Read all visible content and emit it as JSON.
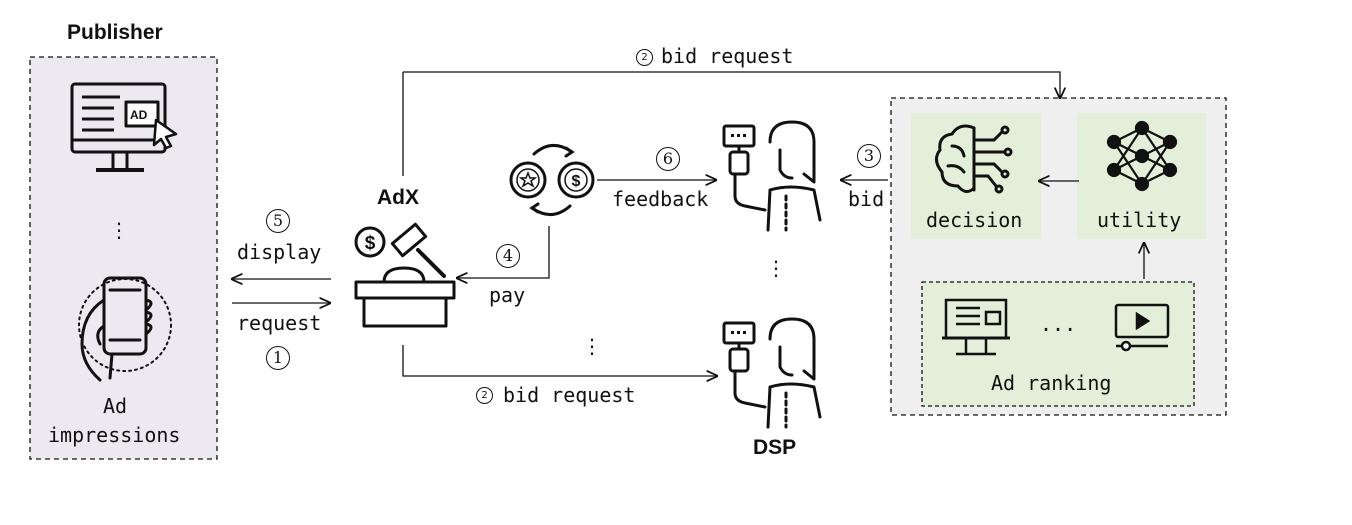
{
  "publisher": {
    "title": "Publisher",
    "items_label_line1": "Ad",
    "items_label_line2": "impressions",
    "ellipsis": "⋮"
  },
  "adx": {
    "title": "AdX"
  },
  "dsp": {
    "title": "DSP",
    "ellipsis": "⋮",
    "ellipsis_lower": "⋮"
  },
  "flows": {
    "request": {
      "num": "1",
      "label": "request"
    },
    "bid_request_top": {
      "num": "2",
      "label": "bid request"
    },
    "bid_request_bottom": {
      "num": "2",
      "label": "bid request"
    },
    "bid": {
      "num": "3",
      "label": "bid"
    },
    "pay": {
      "num": "4",
      "label": "pay"
    },
    "display": {
      "num": "5",
      "label": "display"
    },
    "feedback": {
      "num": "6",
      "label": "feedback"
    }
  },
  "bidder": {
    "decision_label": "decision",
    "utility_label": "utility",
    "ad_ranking_label": "Ad ranking",
    "ad_ranking_ellipsis": "..."
  },
  "colors": {
    "publisher_bg": "#ece9f1",
    "bidder_bg": "#efefef",
    "module_bg": "#e4efd9",
    "stroke": "#111111"
  },
  "icons": {
    "publisher_monitor": "monitor-ad-icon",
    "publisher_phone": "smartphone-hand-icon",
    "adx_auction": "auction-gavel-icon",
    "coins_exchange": "coin-exchange-icon",
    "dsp_person_top": "advertiser-sign-icon",
    "dsp_person_bottom": "advertiser-sign-icon",
    "decision": "brain-circuit-icon",
    "utility": "neural-network-icon",
    "billboard": "billboard-icon",
    "video": "video-player-icon"
  }
}
